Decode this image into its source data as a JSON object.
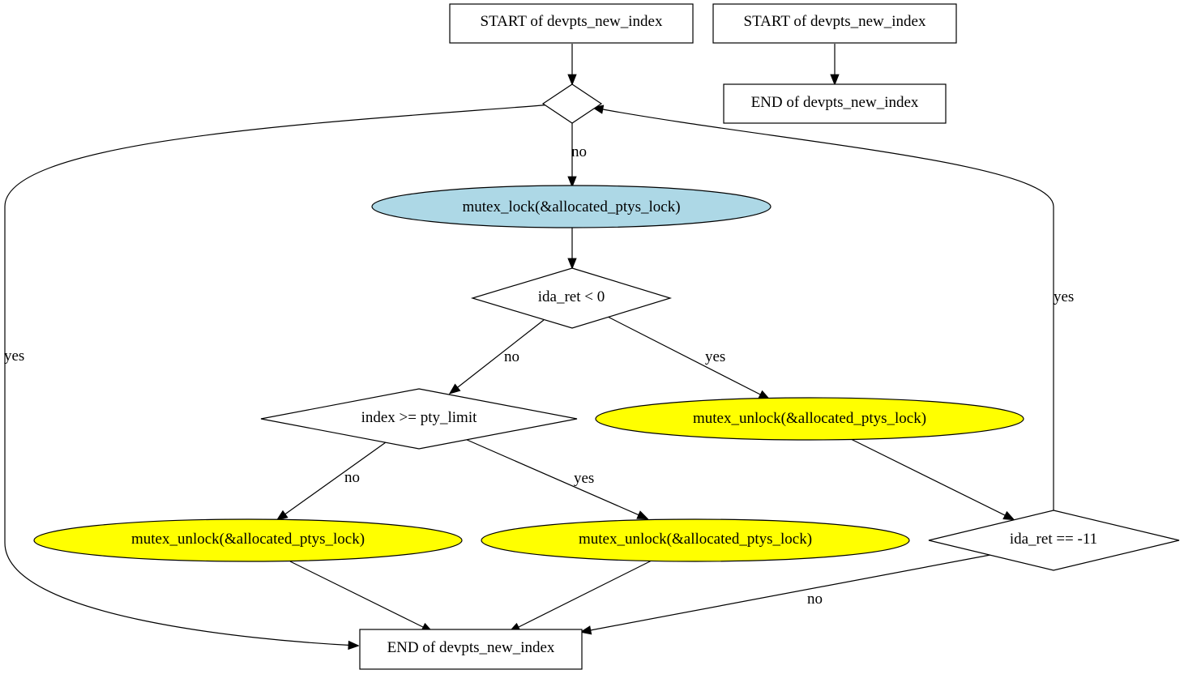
{
  "diagram": {
    "colors": {
      "lock_fill": "#add8e6",
      "unlock_fill": "#ffff00",
      "default_fill": "#ffffff",
      "stroke": "#000000"
    },
    "nodes": {
      "start1": {
        "label": "START of devpts_new_index",
        "shape": "box"
      },
      "start2": {
        "label": "START of devpts_new_index",
        "shape": "box"
      },
      "end2": {
        "label": "END of devpts_new_index",
        "shape": "box"
      },
      "loop_decision": {
        "label": "",
        "shape": "diamond"
      },
      "lock": {
        "label": "mutex_lock(&allocated_ptys_lock)",
        "shape": "ellipse"
      },
      "ida_check": {
        "label": "ida_ret < 0",
        "shape": "diamond"
      },
      "index_check": {
        "label": "index >= pty_limit",
        "shape": "diamond"
      },
      "unlock_ida": {
        "label": "mutex_unlock(&allocated_ptys_lock)",
        "shape": "ellipse"
      },
      "unlock_no": {
        "label": "mutex_unlock(&allocated_ptys_lock)",
        "shape": "ellipse"
      },
      "unlock_yes": {
        "label": "mutex_unlock(&allocated_ptys_lock)",
        "shape": "ellipse"
      },
      "eagain_check": {
        "label": "ida_ret == -11",
        "shape": "diamond"
      },
      "end1": {
        "label": "END of devpts_new_index",
        "shape": "box"
      }
    },
    "edges": [
      {
        "from": "start1",
        "to": "loop_decision",
        "label": ""
      },
      {
        "from": "start2",
        "to": "end2",
        "label": ""
      },
      {
        "from": "loop_decision",
        "to": "lock",
        "label": "no"
      },
      {
        "from": "loop_decision",
        "to": "end1",
        "label": "yes"
      },
      {
        "from": "lock",
        "to": "ida_check",
        "label": ""
      },
      {
        "from": "ida_check",
        "to": "index_check",
        "label": "no"
      },
      {
        "from": "ida_check",
        "to": "unlock_ida",
        "label": "yes"
      },
      {
        "from": "index_check",
        "to": "unlock_no",
        "label": "no"
      },
      {
        "from": "index_check",
        "to": "unlock_yes",
        "label": "yes"
      },
      {
        "from": "unlock_ida",
        "to": "eagain_check",
        "label": ""
      },
      {
        "from": "eagain_check",
        "to": "loop_decision",
        "label": "yes"
      },
      {
        "from": "eagain_check",
        "to": "end1",
        "label": "no"
      },
      {
        "from": "unlock_no",
        "to": "end1",
        "label": ""
      },
      {
        "from": "unlock_yes",
        "to": "end1",
        "label": ""
      }
    ]
  }
}
